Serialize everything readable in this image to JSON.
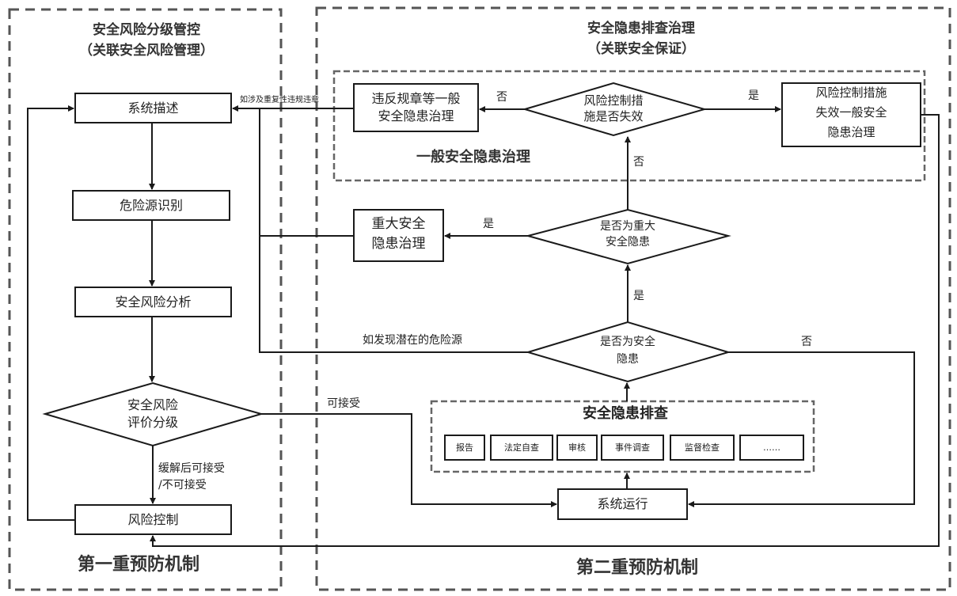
{
  "left_panel": {
    "title_line1": "安全风险分级管控",
    "title_line2": "（关联安全风险管理）",
    "footer": "第一重预防机制",
    "nodes": {
      "system_description": "系统描述",
      "hazard_identification": "危险源识别",
      "risk_analysis": "安全风险分析",
      "risk_grading_line1": "安全风险",
      "risk_grading_line2": "评价分级",
      "risk_control": "风险控制"
    },
    "edges": {
      "mitigated_line1": "缓解后可接受",
      "mitigated_line2": "/不可接受",
      "acceptable": "可接受"
    }
  },
  "right_panel": {
    "title_line1": "安全隐患排查治理",
    "title_line2": "（关联安全保证）",
    "footer": "第二重预防机制",
    "general_group_label": "一般安全隐患治理",
    "nodes": {
      "violation_treatment_line1": "违反规章等一般",
      "violation_treatment_line2": "安全隐患治理",
      "control_failed_line1": "风险控制措",
      "control_failed_line2": "施是否失效",
      "failure_treatment_line1": "风险控制措施",
      "failure_treatment_line2": "失效一般安全",
      "failure_treatment_line3": "隐患治理",
      "major_treatment_line1": "重大安全",
      "major_treatment_line2": "隐患治理",
      "is_major_line1": "是否为重大",
      "is_major_line2": "安全隐患",
      "is_hazard_line1": "是否为安全",
      "is_hazard_line2": "隐患",
      "system_operation": "系统运行"
    },
    "inspection": {
      "title": "安全隐患排查",
      "items": [
        "报告",
        "法定自查",
        "审核",
        "事件调查",
        "监督检查",
        "……"
      ]
    },
    "edges": {
      "repeat_violation": "如涉及重复性违规违章",
      "no_left": "否",
      "yes_right": "是",
      "no_up": "否",
      "yes_major": "是",
      "yes_up": "是",
      "potential_hazard": "如发现潜在的危险源",
      "no_right": "否"
    }
  },
  "colors": {
    "line": "#1a1a1a",
    "dash": "#555555",
    "text": "#222222"
  }
}
